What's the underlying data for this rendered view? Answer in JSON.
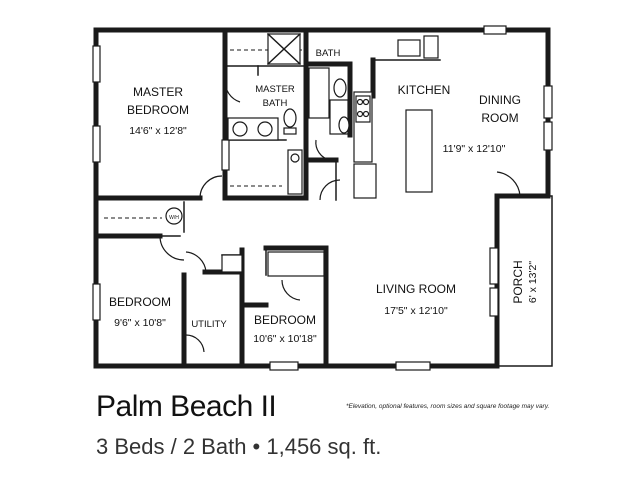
{
  "plan_name": "Palm Beach II",
  "plan_specs": "3 Beds / 2 Bath • 1,456 sq. ft.",
  "disclaimer": "*Elevation, optional features, room sizes and square footage may vary.",
  "rooms": {
    "master_bedroom": {
      "name_line1": "MASTER",
      "name_line2": "BEDROOM",
      "dims": "14'6\" x 12'8\""
    },
    "master_bath": {
      "name_line1": "MASTER",
      "name_line2": "BATH"
    },
    "bath": {
      "name": "BATH"
    },
    "kitchen": {
      "name": "KITCHEN"
    },
    "dining_room": {
      "name_line1": "DINING",
      "name_line2": "ROOM",
      "dims": "11'9\" x 12'10\""
    },
    "living_room": {
      "name": "LIVING ROOM",
      "dims": "17'5\" x 12'10\""
    },
    "bedroom_left": {
      "name": "BEDROOM",
      "dims": "9'6\" x 10'8\""
    },
    "utility": {
      "name": "UTILITY"
    },
    "bedroom_center": {
      "name": "BEDROOM",
      "dims": "10'6\" x 10'18\""
    },
    "porch": {
      "name": "PORCH",
      "dims": "6' x 13'2\""
    },
    "wh_label": "W/H"
  }
}
